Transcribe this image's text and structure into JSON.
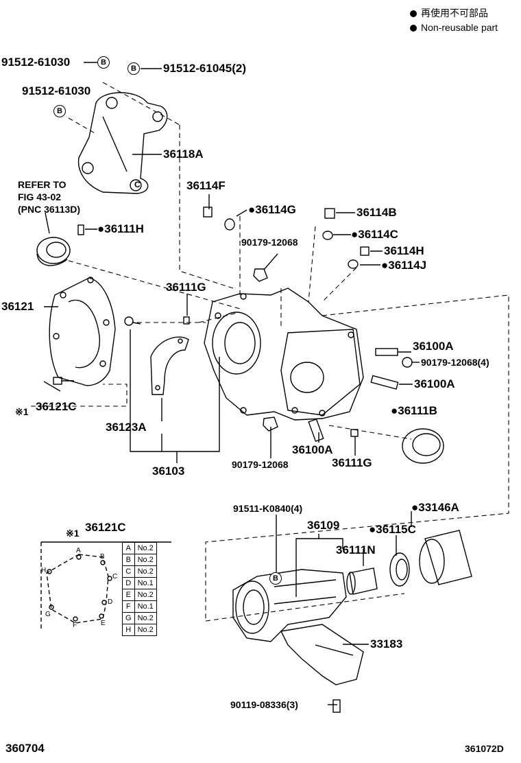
{
  "legend": [
    {
      "text": "再使用不可部品"
    },
    {
      "text": "Non-reusable part"
    }
  ],
  "labels": {
    "p91512_61030_a": "91512-61030",
    "p91512_61030_b": "91512-61030",
    "p91512_61045": "91512-61045(2)",
    "p36118A": "36118A",
    "refer1": "REFER TO",
    "refer2": "FIG 43-02",
    "refer3": "(PNC 36113D)",
    "p36111H": "●36111H",
    "p36114F": "36114F",
    "p36114G": "●36114G",
    "p36114B": "36114B",
    "p36114C": "●36114C",
    "p90179_12068_a": "90179-12068",
    "p36114H": "36114H",
    "p36114J": "●36114J",
    "p36111G_a": "36111G",
    "p36121": "36121",
    "p36100A_a": "36100A",
    "p90179_12068_4": "90179-12068(4)",
    "p36100A_b": "36100A",
    "p36121C": "36121C",
    "mark1": "※1",
    "p36111B": "●36111B",
    "p36123A": "36123A",
    "p36100A_c": "36100A",
    "p90179_12068_b": "90179-12068",
    "p36111G_b": "36111G",
    "p36103": "36103",
    "p91511": "91511-K0840(4)",
    "p33146A": "●33146A",
    "p36109": "36109",
    "p36115C": "●36115C",
    "inset_mark": "※1",
    "inset_title": "36121C",
    "p36111N": "36111N",
    "p33183": "33183",
    "p90119": "90119-08336(3)",
    "code_left": "360704",
    "code_right": "361072D",
    "circ_b": "B"
  },
  "bolt_table": [
    {
      "pos": "A",
      "bolt": "No.2"
    },
    {
      "pos": "B",
      "bolt": "No.2"
    },
    {
      "pos": "C",
      "bolt": "No.2"
    },
    {
      "pos": "D",
      "bolt": "No.1"
    },
    {
      "pos": "E",
      "bolt": "No.2"
    },
    {
      "pos": "F",
      "bolt": "No.1"
    },
    {
      "pos": "G",
      "bolt": "No.2"
    },
    {
      "pos": "H",
      "bolt": "No.2"
    }
  ],
  "bracket_letter": "C",
  "colors": {
    "ink": "#000000",
    "paper": "#ffffff"
  }
}
